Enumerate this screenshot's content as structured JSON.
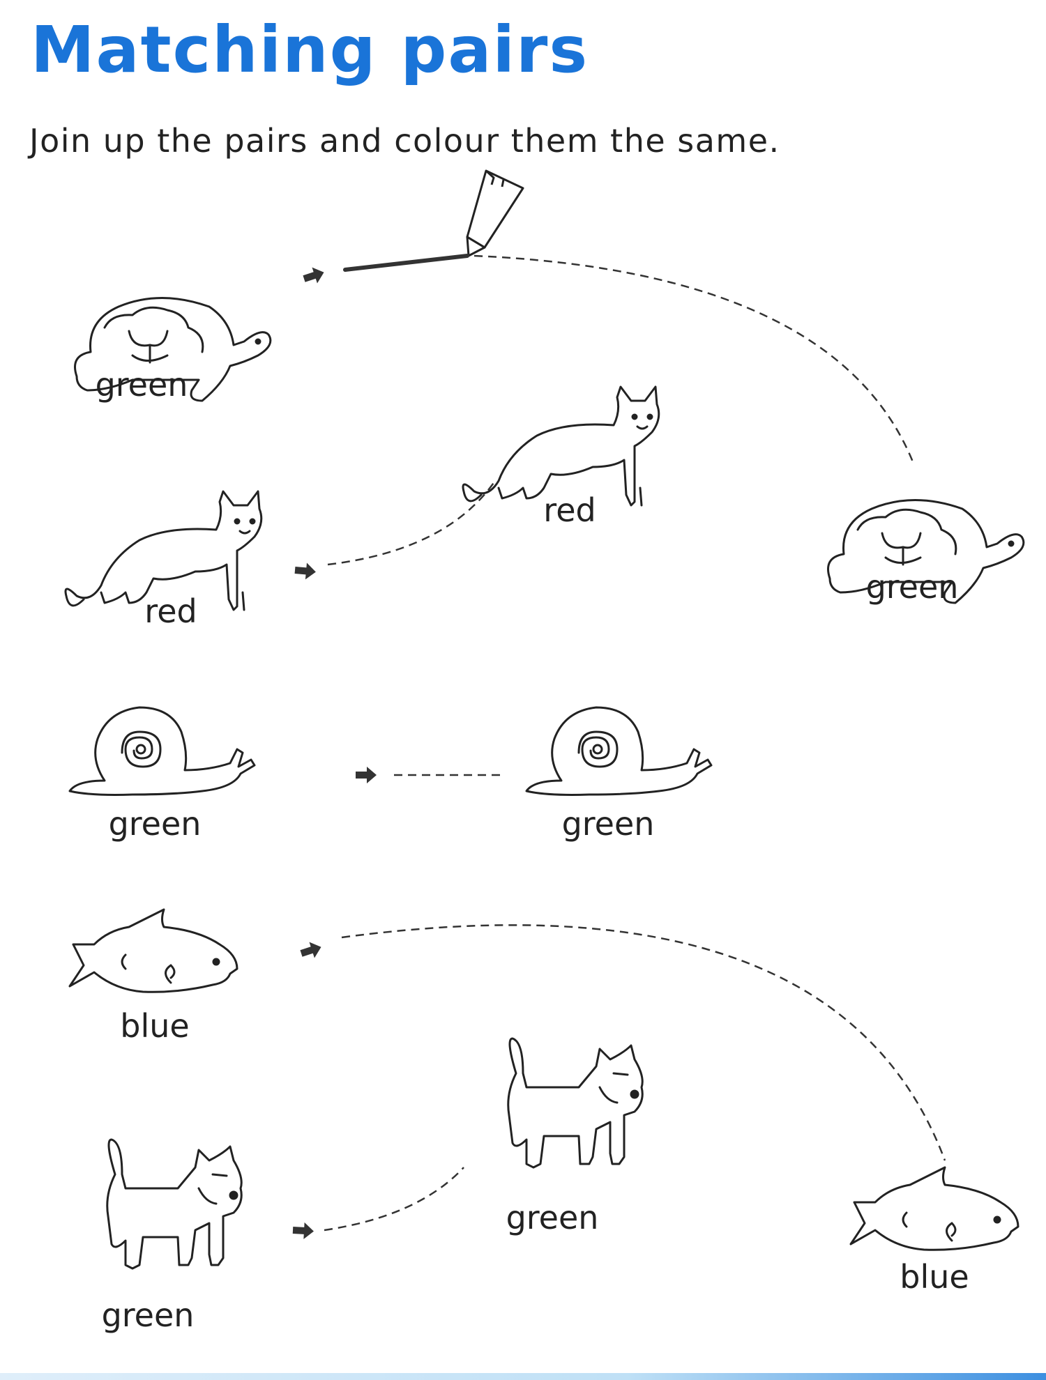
{
  "title": "Matching pairs",
  "instruction": "Join up the pairs and colour them the same.",
  "left_column": [
    {
      "animal": "tortoise",
      "label": "green"
    },
    {
      "animal": "cat",
      "label": "red"
    },
    {
      "animal": "snail",
      "label": "green"
    },
    {
      "animal": "fish",
      "label": "blue"
    },
    {
      "animal": "dog",
      "label": "green"
    }
  ],
  "right_items": [
    {
      "animal": "tortoise",
      "label": "green"
    },
    {
      "animal": "cat",
      "label": "red"
    },
    {
      "animal": "snail",
      "label": "green"
    },
    {
      "animal": "fish",
      "label": "blue"
    },
    {
      "animal": "dog",
      "label": "green"
    }
  ],
  "colors": {
    "title": "#1a74d8",
    "ink": "#222222"
  }
}
